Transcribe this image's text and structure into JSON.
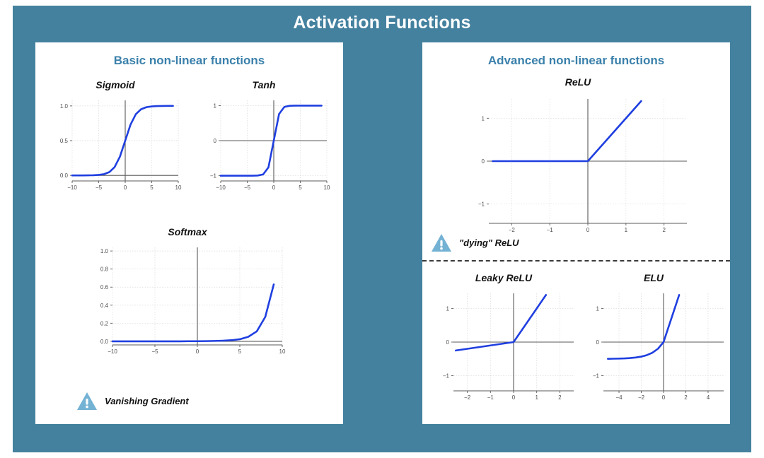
{
  "slide": {
    "title": "Activation Functions",
    "background_color": "#44819f",
    "card_bg": "#ffffff",
    "card_title_color": "#3a80ab",
    "curve_color": "#1f3fe0",
    "axis_color": "#5a5a5a",
    "grid_color": "#d9d9d9",
    "warn_icon_color": "#74b2d4"
  },
  "left_card": {
    "title": "Basic non-linear functions",
    "warning": {
      "icon": "warning-triangle-icon",
      "label": "Vanishing Gradient"
    }
  },
  "right_card": {
    "title": "Advanced non-linear functions",
    "warning": {
      "icon": "warning-triangle-icon",
      "label": "\"dying\" ReLU"
    }
  },
  "chart_data": [
    {
      "id": "sigmoid",
      "type": "line",
      "title": "Sigmoid",
      "xlabel": "",
      "ylabel": "",
      "xlim": [
        -10,
        10
      ],
      "ylim": [
        -0.08,
        1.08
      ],
      "xticks": [
        "-10",
        "-5",
        "0",
        "5",
        "10"
      ],
      "xtick_values": [
        -10,
        -5,
        0,
        5,
        10
      ],
      "yticks": [
        "0.0",
        "0.5",
        "1.0"
      ],
      "ytick_values": [
        0.0,
        0.5,
        1.0
      ],
      "grid": true,
      "legend": "none",
      "x": [
        -10,
        -9,
        -8,
        -7,
        -6,
        -5,
        -4,
        -3,
        -2,
        -1,
        0,
        1,
        2,
        3,
        4,
        5,
        6,
        7,
        8,
        9
      ],
      "y": [
        0.0,
        0.0,
        0.0,
        0.001,
        0.002,
        0.007,
        0.018,
        0.047,
        0.119,
        0.269,
        0.5,
        0.731,
        0.881,
        0.953,
        0.982,
        0.993,
        0.998,
        0.999,
        1.0,
        1.0
      ]
    },
    {
      "id": "tanh",
      "type": "line",
      "title": "Tanh",
      "xlabel": "",
      "ylabel": "",
      "xlim": [
        -10,
        10
      ],
      "ylim": [
        -1.15,
        1.15
      ],
      "xticks": [
        "-10",
        "-5",
        "0",
        "5",
        "10"
      ],
      "xtick_values": [
        -10,
        -5,
        0,
        5,
        10
      ],
      "yticks": [
        "-1",
        "0",
        "1"
      ],
      "ytick_values": [
        -1,
        0,
        1
      ],
      "grid": true,
      "legend": "none",
      "x": [
        -10,
        -9,
        -8,
        -7,
        -6,
        -5,
        -4,
        -3,
        -2,
        -1,
        0,
        1,
        2,
        3,
        4,
        5,
        6,
        7,
        8,
        9
      ],
      "y": [
        -1.0,
        -1.0,
        -1.0,
        -1.0,
        -1.0,
        -0.999,
        -0.999,
        -0.995,
        -0.964,
        -0.762,
        0.0,
        0.762,
        0.964,
        0.995,
        0.999,
        0.999,
        1.0,
        1.0,
        1.0,
        1.0
      ]
    },
    {
      "id": "softmax",
      "type": "line",
      "title": "Softmax",
      "xlabel": "",
      "ylabel": "",
      "xlim": [
        -10,
        10
      ],
      "ylim": [
        -0.04,
        1.04
      ],
      "xticks": [
        "-10",
        "-5",
        "0",
        "5",
        "10"
      ],
      "xtick_values": [
        -10,
        -5,
        0,
        5,
        10
      ],
      "yticks": [
        "0.0",
        "0.2",
        "0.4",
        "0.6",
        "0.8",
        "1.0"
      ],
      "ytick_values": [
        0.0,
        0.2,
        0.4,
        0.6,
        0.8,
        1.0
      ],
      "grid": true,
      "legend": "none",
      "x": [
        -10,
        -9,
        -8,
        -7,
        -6,
        -5,
        -4,
        -3,
        -2,
        -1,
        0,
        1,
        2,
        3,
        4,
        5,
        6,
        7,
        8,
        9
      ],
      "y": [
        0.0,
        0.0,
        0.0,
        0.0,
        0.0,
        0.0,
        0.0,
        0.0,
        0.0,
        0.001,
        0.001,
        0.002,
        0.004,
        0.007,
        0.012,
        0.023,
        0.05,
        0.11,
        0.27,
        0.63
      ]
    },
    {
      "id": "relu",
      "type": "line",
      "title": "ReLU",
      "xlabel": "",
      "ylabel": "",
      "xlim": [
        -2.6,
        2.6
      ],
      "ylim": [
        -1.45,
        1.45
      ],
      "xticks": [
        "-2",
        "-1",
        "0",
        "1",
        "2"
      ],
      "xtick_values": [
        -2,
        -1,
        0,
        1,
        2
      ],
      "yticks": [
        "-1",
        "0",
        "1"
      ],
      "ytick_values": [
        -1,
        0,
        1
      ],
      "grid": true,
      "legend": "none",
      "x": [
        -2.5,
        0,
        1.4
      ],
      "y": [
        0,
        0,
        1.4
      ]
    },
    {
      "id": "leaky_relu",
      "type": "line",
      "title": "Leaky ReLU",
      "xlabel": "",
      "ylabel": "",
      "xlim": [
        -2.6,
        2.6
      ],
      "ylim": [
        -1.45,
        1.45
      ],
      "xticks": [
        "-2",
        "-1",
        "0",
        "1",
        "2"
      ],
      "xtick_values": [
        -2,
        -1,
        0,
        1,
        2
      ],
      "yticks": [
        "-1",
        "0",
        "1"
      ],
      "ytick_values": [
        -1,
        0,
        1
      ],
      "grid": true,
      "legend": "none",
      "x": [
        -2.5,
        0,
        1.4
      ],
      "y": [
        -0.25,
        0,
        1.4
      ]
    },
    {
      "id": "elu",
      "type": "line",
      "title": "ELU",
      "xlabel": "",
      "ylabel": "",
      "xlim": [
        -5.4,
        5.4
      ],
      "ylim": [
        -1.45,
        1.45
      ],
      "xticks": [
        "-4",
        "-2",
        "0",
        "2",
        "4"
      ],
      "xtick_values": [
        -4,
        -2,
        0,
        2,
        4
      ],
      "yticks": [
        "-1",
        "0",
        "1"
      ],
      "ytick_values": [
        -1,
        0,
        1
      ],
      "grid": true,
      "legend": "none",
      "x": [
        -5,
        -4.5,
        -4,
        -3.5,
        -3,
        -2.5,
        -2,
        -1.5,
        -1,
        -0.5,
        0,
        0.5,
        1,
        1.4
      ],
      "y": [
        -0.497,
        -0.494,
        -0.491,
        -0.485,
        -0.475,
        -0.459,
        -0.432,
        -0.388,
        -0.316,
        -0.197,
        0,
        0.5,
        1.0,
        1.4
      ]
    }
  ]
}
